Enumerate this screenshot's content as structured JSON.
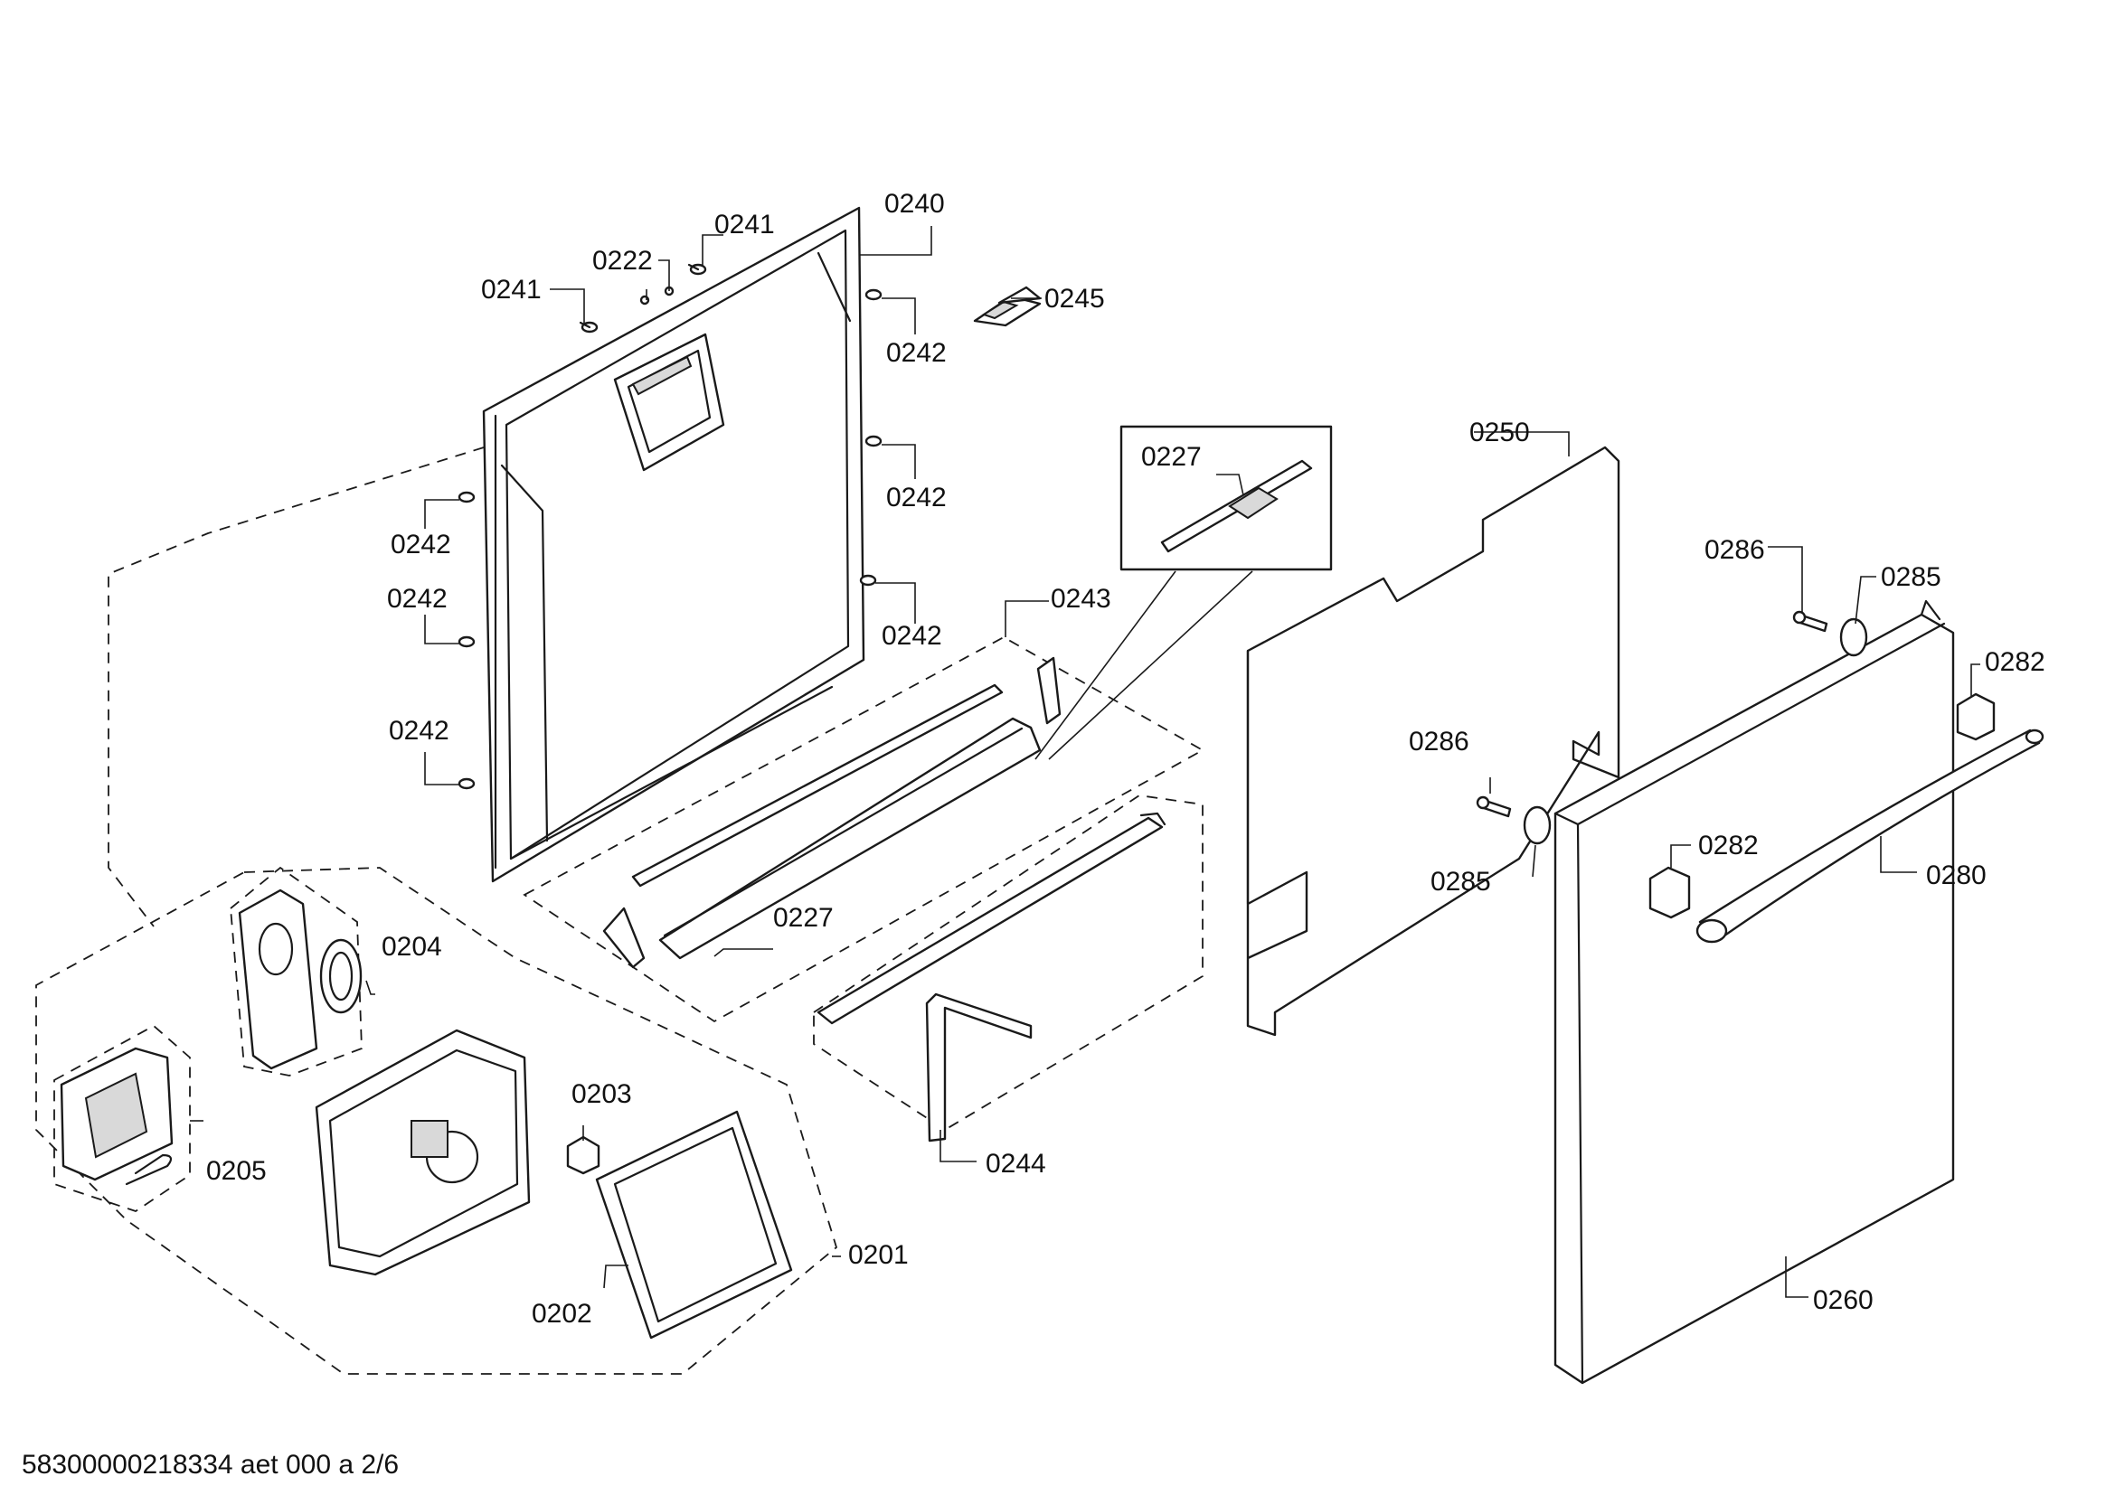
{
  "diagram": {
    "callouts": {
      "c0240": "0240",
      "c0241a": "0241",
      "c0241b": "0241",
      "c0222": "0222",
      "c0245": "0245",
      "c0242a": "0242",
      "c0242b": "0242",
      "c0242c": "0242",
      "c0242d": "0242",
      "c0242e": "0242",
      "c0242f": "0242",
      "c0227a": "0227",
      "c0227b": "0227",
      "c0243": "0243",
      "c0244": "0244",
      "c0250": "0250",
      "c0286a": "0286",
      "c0286b": "0286",
      "c0285a": "0285",
      "c0285b": "0285",
      "c0282a": "0282",
      "c0282b": "0282",
      "c0280": "0280",
      "c0260": "0260",
      "c0204": "0204",
      "c0205": "0205",
      "c0203": "0203",
      "c0201": "0201",
      "c0202": "0202"
    },
    "footer": "58300000218334 aet 000 a 2/6"
  }
}
